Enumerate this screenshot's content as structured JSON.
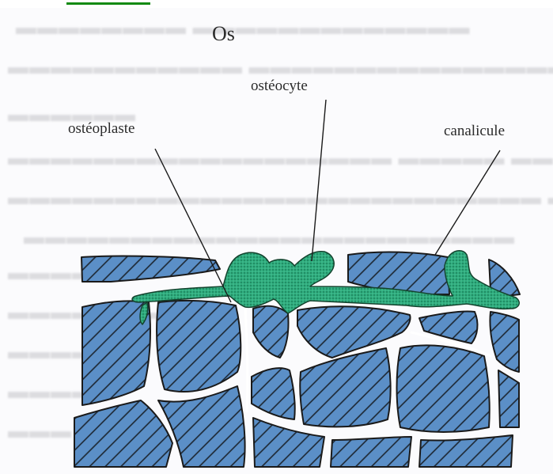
{
  "title": "Os",
  "labels": {
    "osteocyte": "ostéocyte",
    "osteoplaste": "ostéoplaste",
    "canalicule": "canalicule"
  },
  "colors": {
    "bone_matrix": "#5b8fc7",
    "osteocyte": "#2fae7f",
    "lamella_gap": "#ffffff",
    "outline": "#1a1a1a",
    "top_rule": "#138a13"
  }
}
